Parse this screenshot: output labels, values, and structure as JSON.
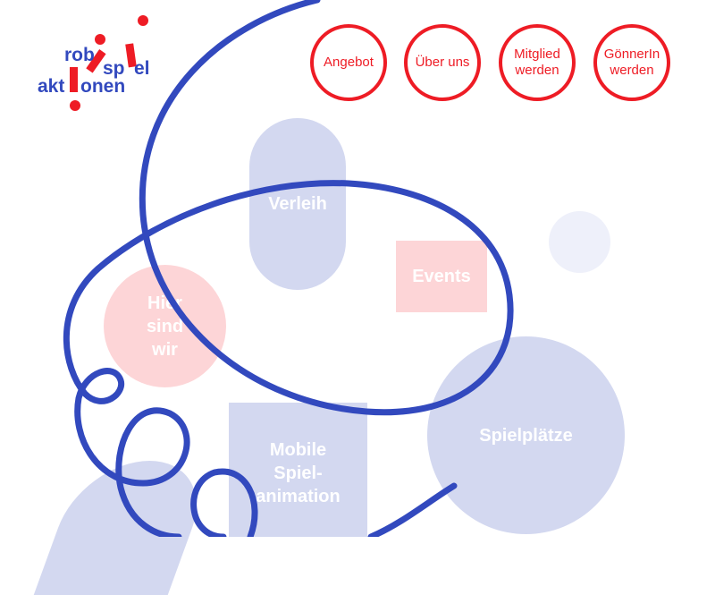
{
  "logo": {
    "line1a": "rob",
    "line1b": "sp",
    "line1c": "el",
    "line2a": "akt",
    "line2b": "onen"
  },
  "nav": [
    "Angebot",
    "Über uns",
    "Mitglied werden",
    "GönnerIn werden"
  ],
  "tiles": {
    "verleih": "Verleih",
    "events": "Events",
    "hier": "Hier sind wir",
    "mobile": "Mobile Spiel-animation",
    "spielplaetze": "Spielplätze"
  },
  "colors": {
    "blue": "#3249be",
    "red": "#ee1c25",
    "pale_blue": "#d3d8f0",
    "pale_pink": "#fdd5d7"
  }
}
